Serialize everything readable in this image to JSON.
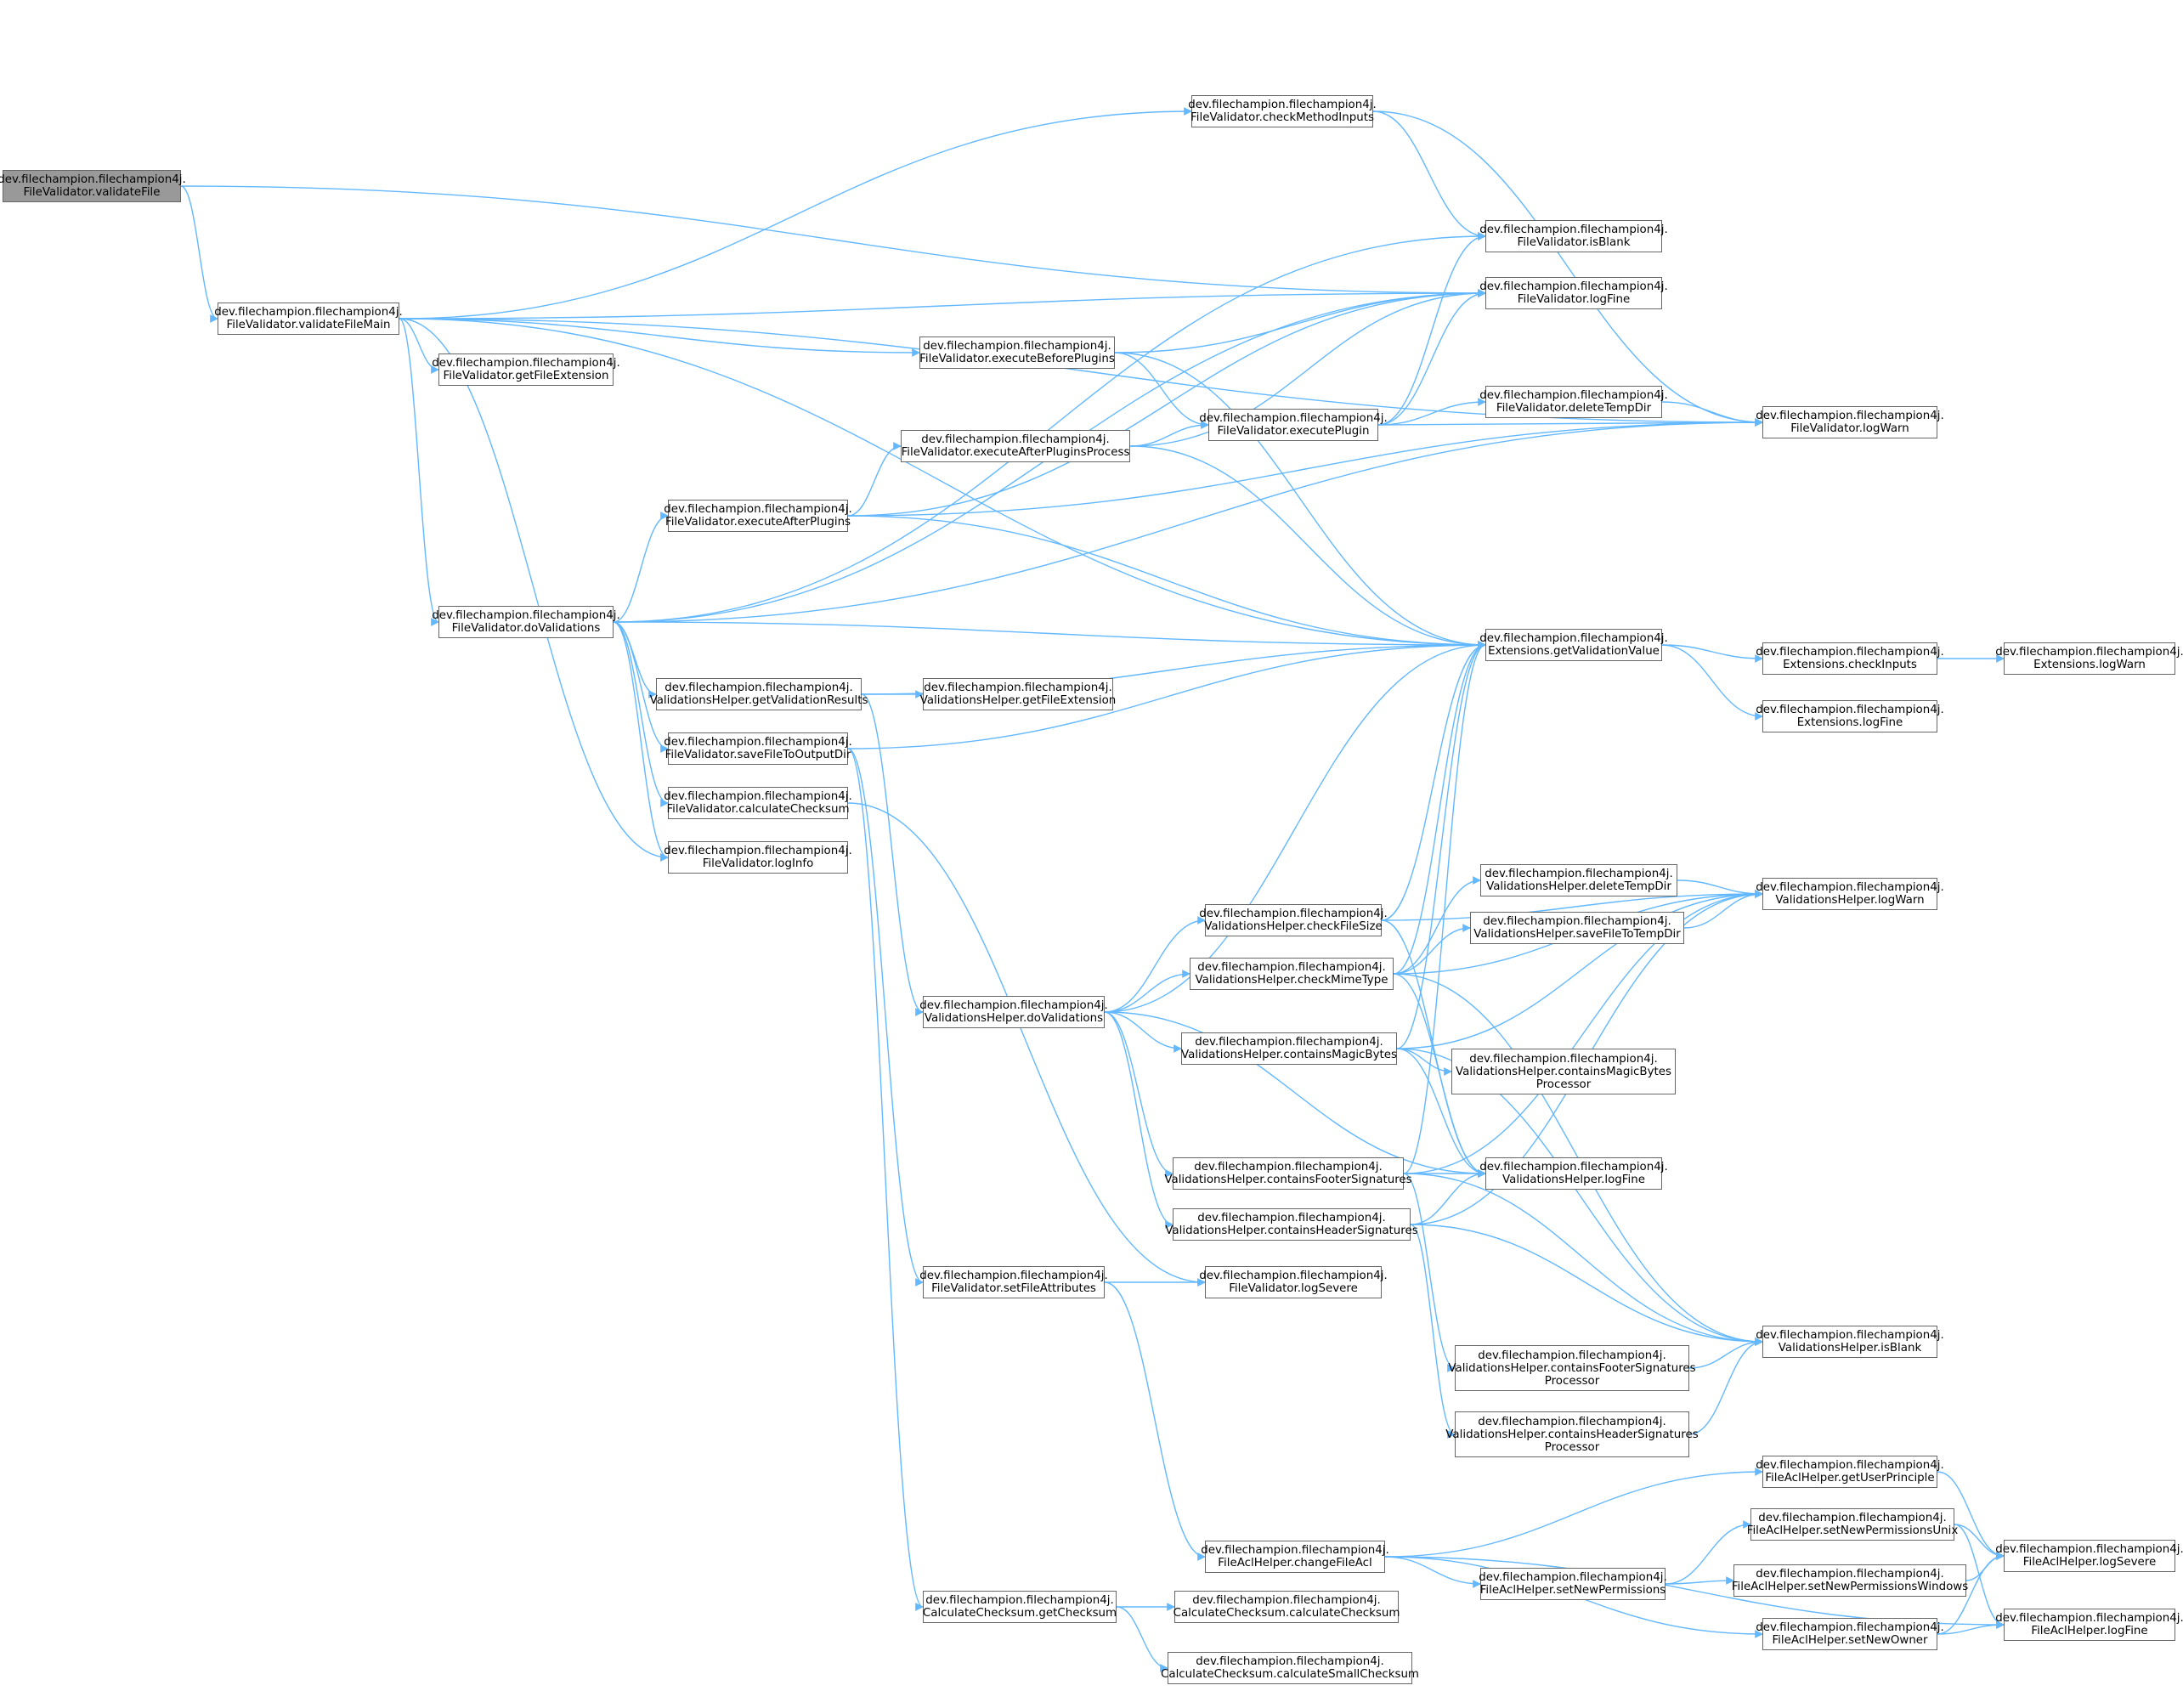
{
  "colors": {
    "edge": "#63b8ff",
    "node_border": "#666666",
    "root_fill": "#999999",
    "node_fill": "#ffffff"
  },
  "nodes": [
    {
      "id": "n0",
      "lines": [
        "dev.filechampion.filechampion4j.",
        "FileValidator.validateFile"
      ],
      "root": true
    },
    {
      "id": "n1",
      "lines": [
        "dev.filechampion.filechampion4j.",
        "FileValidator.validateFileMain"
      ]
    },
    {
      "id": "n2",
      "lines": [
        "dev.filechampion.filechampion4j.",
        "FileValidator.getFileExtension"
      ]
    },
    {
      "id": "n3",
      "lines": [
        "dev.filechampion.filechampion4j.",
        "FileValidator.doValidations"
      ]
    },
    {
      "id": "n4",
      "lines": [
        "dev.filechampion.filechampion4j.",
        "FileValidator.executeAfterPlugins"
      ]
    },
    {
      "id": "n5",
      "lines": [
        "dev.filechampion.filechampion4j.",
        "ValidationsHelper.getValidationResults"
      ]
    },
    {
      "id": "n6",
      "lines": [
        "dev.filechampion.filechampion4j.",
        "FileValidator.saveFileToOutputDir"
      ]
    },
    {
      "id": "n7",
      "lines": [
        "dev.filechampion.filechampion4j.",
        "FileValidator.calculateChecksum"
      ]
    },
    {
      "id": "n8",
      "lines": [
        "dev.filechampion.filechampion4j.",
        "FileValidator.logInfo"
      ]
    },
    {
      "id": "n9",
      "lines": [
        "dev.filechampion.filechampion4j.",
        "FileValidator.checkMethodInputs"
      ]
    },
    {
      "id": "n10",
      "lines": [
        "dev.filechampion.filechampion4j.",
        "FileValidator.executeBeforePlugins"
      ]
    },
    {
      "id": "n11",
      "lines": [
        "dev.filechampion.filechampion4j.",
        "FileValidator.executeAfterPluginsProcess"
      ]
    },
    {
      "id": "n12",
      "lines": [
        "dev.filechampion.filechampion4j.",
        "ValidationsHelper.getFileExtension"
      ]
    },
    {
      "id": "n13",
      "lines": [
        "dev.filechampion.filechampion4j.",
        "ValidationsHelper.doValidations"
      ]
    },
    {
      "id": "n14",
      "lines": [
        "dev.filechampion.filechampion4j.",
        "FileValidator.setFileAttributes"
      ]
    },
    {
      "id": "n15",
      "lines": [
        "dev.filechampion.filechampion4j.",
        "CalculateChecksum.getChecksum"
      ]
    },
    {
      "id": "n16",
      "lines": [
        "dev.filechampion.filechampion4j.",
        "FileValidator.executePlugin"
      ]
    },
    {
      "id": "n17",
      "lines": [
        "dev.filechampion.filechampion4j.",
        "ValidationsHelper.checkFileSize"
      ]
    },
    {
      "id": "n18",
      "lines": [
        "dev.filechampion.filechampion4j.",
        "ValidationsHelper.checkMimeType"
      ]
    },
    {
      "id": "n19",
      "lines": [
        "dev.filechampion.filechampion4j.",
        "ValidationsHelper.containsMagicBytes"
      ]
    },
    {
      "id": "n20",
      "lines": [
        "dev.filechampion.filechampion4j.",
        "ValidationsHelper.containsFooterSignatures"
      ]
    },
    {
      "id": "n21",
      "lines": [
        "dev.filechampion.filechampion4j.",
        "ValidationsHelper.containsHeaderSignatures"
      ]
    },
    {
      "id": "n22",
      "lines": [
        "dev.filechampion.filechampion4j.",
        "FileValidator.logSevere"
      ]
    },
    {
      "id": "n23",
      "lines": [
        "dev.filechampion.filechampion4j.",
        "FileAclHelper.changeFileAcl"
      ]
    },
    {
      "id": "n24",
      "lines": [
        "dev.filechampion.filechampion4j.",
        "CalculateChecksum.calculateChecksum"
      ]
    },
    {
      "id": "n25",
      "lines": [
        "dev.filechampion.filechampion4j.",
        "CalculateChecksum.calculateSmallChecksum"
      ]
    },
    {
      "id": "n26",
      "lines": [
        "dev.filechampion.filechampion4j.",
        "FileValidator.isBlank"
      ]
    },
    {
      "id": "n27",
      "lines": [
        "dev.filechampion.filechampion4j.",
        "FileValidator.logFine"
      ]
    },
    {
      "id": "n28",
      "lines": [
        "dev.filechampion.filechampion4j.",
        "FileValidator.deleteTempDir"
      ]
    },
    {
      "id": "n29",
      "lines": [
        "dev.filechampion.filechampion4j.",
        "Extensions.getValidationValue"
      ]
    },
    {
      "id": "n30",
      "lines": [
        "dev.filechampion.filechampion4j.",
        "ValidationsHelper.deleteTempDir"
      ]
    },
    {
      "id": "n31",
      "lines": [
        "dev.filechampion.filechampion4j.",
        "ValidationsHelper.saveFileToTempDir"
      ]
    },
    {
      "id": "n32",
      "lines": [
        "dev.filechampion.filechampion4j.",
        "ValidationsHelper.containsMagicBytes",
        "Processor"
      ]
    },
    {
      "id": "n33",
      "lines": [
        "dev.filechampion.filechampion4j.",
        "ValidationsHelper.logFine"
      ]
    },
    {
      "id": "n34",
      "lines": [
        "dev.filechampion.filechampion4j.",
        "ValidationsHelper.containsFooterSignatures",
        "Processor"
      ]
    },
    {
      "id": "n35",
      "lines": [
        "dev.filechampion.filechampion4j.",
        "ValidationsHelper.containsHeaderSignatures",
        "Processor"
      ]
    },
    {
      "id": "n36",
      "lines": [
        "dev.filechampion.filechampion4j.",
        "FileAclHelper.setNewPermissions"
      ]
    },
    {
      "id": "n37",
      "lines": [
        "dev.filechampion.filechampion4j.",
        "FileValidator.logWarn"
      ]
    },
    {
      "id": "n38",
      "lines": [
        "dev.filechampion.filechampion4j.",
        "Extensions.checkInputs"
      ]
    },
    {
      "id": "n39",
      "lines": [
        "dev.filechampion.filechampion4j.",
        "Extensions.logFine"
      ]
    },
    {
      "id": "n40",
      "lines": [
        "dev.filechampion.filechampion4j.",
        "ValidationsHelper.logWarn"
      ]
    },
    {
      "id": "n41",
      "lines": [
        "dev.filechampion.filechampion4j.",
        "ValidationsHelper.isBlank"
      ]
    },
    {
      "id": "n42",
      "lines": [
        "dev.filechampion.filechampion4j.",
        "FileAclHelper.getUserPrinciple"
      ]
    },
    {
      "id": "n43",
      "lines": [
        "dev.filechampion.filechampion4j.",
        "FileAclHelper.setNewPermissionsUnix"
      ]
    },
    {
      "id": "n44",
      "lines": [
        "dev.filechampion.filechampion4j.",
        "FileAclHelper.setNewPermissionsWindows"
      ]
    },
    {
      "id": "n45",
      "lines": [
        "dev.filechampion.filechampion4j.",
        "FileAclHelper.setNewOwner"
      ]
    },
    {
      "id": "n46",
      "lines": [
        "dev.filechampion.filechampion4j.",
        "Extensions.logWarn"
      ]
    },
    {
      "id": "n47",
      "lines": [
        "dev.filechampion.filechampion4j.",
        "FileAclHelper.logSevere"
      ]
    },
    {
      "id": "n48",
      "lines": [
        "dev.filechampion.filechampion4j.",
        "FileAclHelper.logFine"
      ]
    }
  ],
  "edges": [
    [
      "n0",
      "n1"
    ],
    [
      "n0",
      "n27"
    ],
    [
      "n1",
      "n2"
    ],
    [
      "n1",
      "n3"
    ],
    [
      "n1",
      "n8"
    ],
    [
      "n1",
      "n9"
    ],
    [
      "n1",
      "n10"
    ],
    [
      "n1",
      "n27"
    ],
    [
      "n1",
      "n29"
    ],
    [
      "n1",
      "n37"
    ],
    [
      "n3",
      "n4"
    ],
    [
      "n3",
      "n5"
    ],
    [
      "n3",
      "n6"
    ],
    [
      "n3",
      "n7"
    ],
    [
      "n3",
      "n8"
    ],
    [
      "n3",
      "n26"
    ],
    [
      "n3",
      "n27"
    ],
    [
      "n3",
      "n29"
    ],
    [
      "n3",
      "n37"
    ],
    [
      "n4",
      "n11"
    ],
    [
      "n4",
      "n27"
    ],
    [
      "n4",
      "n29"
    ],
    [
      "n4",
      "n37"
    ],
    [
      "n5",
      "n12"
    ],
    [
      "n5",
      "n13"
    ],
    [
      "n5",
      "n29"
    ],
    [
      "n6",
      "n14"
    ],
    [
      "n6",
      "n29"
    ],
    [
      "n6",
      "n15"
    ],
    [
      "n7",
      "n22"
    ],
    [
      "n9",
      "n26"
    ],
    [
      "n9",
      "n37"
    ],
    [
      "n10",
      "n16"
    ],
    [
      "n10",
      "n27"
    ],
    [
      "n10",
      "n29"
    ],
    [
      "n11",
      "n16"
    ],
    [
      "n11",
      "n27"
    ],
    [
      "n11",
      "n29"
    ],
    [
      "n13",
      "n17"
    ],
    [
      "n13",
      "n18"
    ],
    [
      "n13",
      "n19"
    ],
    [
      "n13",
      "n20"
    ],
    [
      "n13",
      "n21"
    ],
    [
      "n13",
      "n29"
    ],
    [
      "n13",
      "n33"
    ],
    [
      "n14",
      "n22"
    ],
    [
      "n14",
      "n23"
    ],
    [
      "n15",
      "n24"
    ],
    [
      "n15",
      "n25"
    ],
    [
      "n16",
      "n26"
    ],
    [
      "n16",
      "n27"
    ],
    [
      "n16",
      "n28"
    ],
    [
      "n16",
      "n37"
    ],
    [
      "n17",
      "n29"
    ],
    [
      "n17",
      "n33"
    ],
    [
      "n17",
      "n40"
    ],
    [
      "n18",
      "n29"
    ],
    [
      "n18",
      "n30"
    ],
    [
      "n18",
      "n31"
    ],
    [
      "n18",
      "n33"
    ],
    [
      "n18",
      "n40"
    ],
    [
      "n18",
      "n41"
    ],
    [
      "n19",
      "n29"
    ],
    [
      "n19",
      "n32"
    ],
    [
      "n19",
      "n33"
    ],
    [
      "n19",
      "n40"
    ],
    [
      "n19",
      "n41"
    ],
    [
      "n20",
      "n29"
    ],
    [
      "n20",
      "n33"
    ],
    [
      "n20",
      "n34"
    ],
    [
      "n20",
      "n40"
    ],
    [
      "n20",
      "n41"
    ],
    [
      "n21",
      "n33"
    ],
    [
      "n21",
      "n35"
    ],
    [
      "n21",
      "n40"
    ],
    [
      "n21",
      "n41"
    ],
    [
      "n23",
      "n36"
    ],
    [
      "n23",
      "n42"
    ],
    [
      "n23",
      "n45"
    ],
    [
      "n23",
      "n48"
    ],
    [
      "n28",
      "n37"
    ],
    [
      "n29",
      "n38"
    ],
    [
      "n29",
      "n39"
    ],
    [
      "n30",
      "n40"
    ],
    [
      "n31",
      "n40"
    ],
    [
      "n34",
      "n41"
    ],
    [
      "n35",
      "n41"
    ],
    [
      "n36",
      "n43"
    ],
    [
      "n36",
      "n44"
    ],
    [
      "n38",
      "n46"
    ],
    [
      "n42",
      "n47"
    ],
    [
      "n43",
      "n47"
    ],
    [
      "n43",
      "n48"
    ],
    [
      "n44",
      "n47"
    ],
    [
      "n45",
      "n47"
    ],
    [
      "n45",
      "n48"
    ]
  ]
}
